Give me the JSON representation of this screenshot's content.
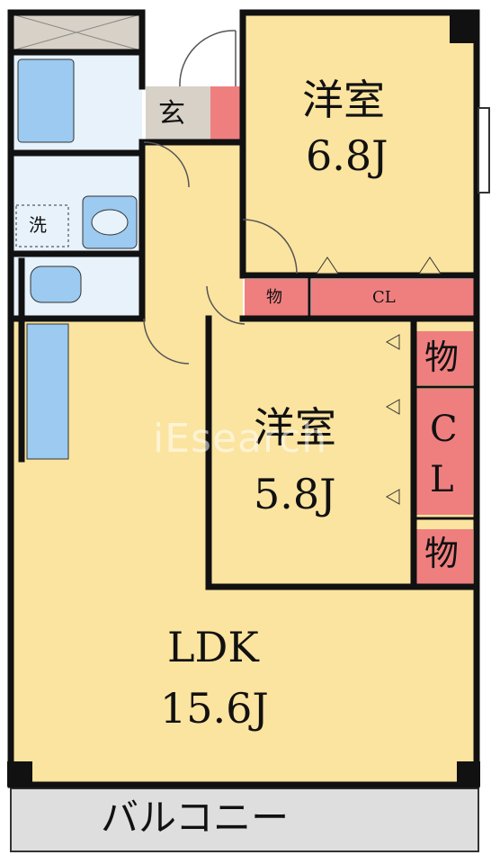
{
  "rooms": {
    "western_top": {
      "name": "洋室",
      "size": "6.8J"
    },
    "western_mid": {
      "name": "洋室",
      "size": "5.8J"
    },
    "ldk": {
      "name": "LDK",
      "size": "15.6J"
    }
  },
  "labels": {
    "entrance": "玄",
    "washer": "洗",
    "storage": "物",
    "closet_h": "CL",
    "closet_v1": "C",
    "closet_v2": "L",
    "balcony": "バルコニー"
  },
  "watermark": "iEsearch",
  "colors": {
    "floor": "#fbe49f",
    "wall": "#111111",
    "wet": "#e7f2fb",
    "fixture": "#9ccaf0",
    "storage": "#ef7f7f",
    "tile": "#d7d1c7",
    "balcony": "#dedede"
  }
}
